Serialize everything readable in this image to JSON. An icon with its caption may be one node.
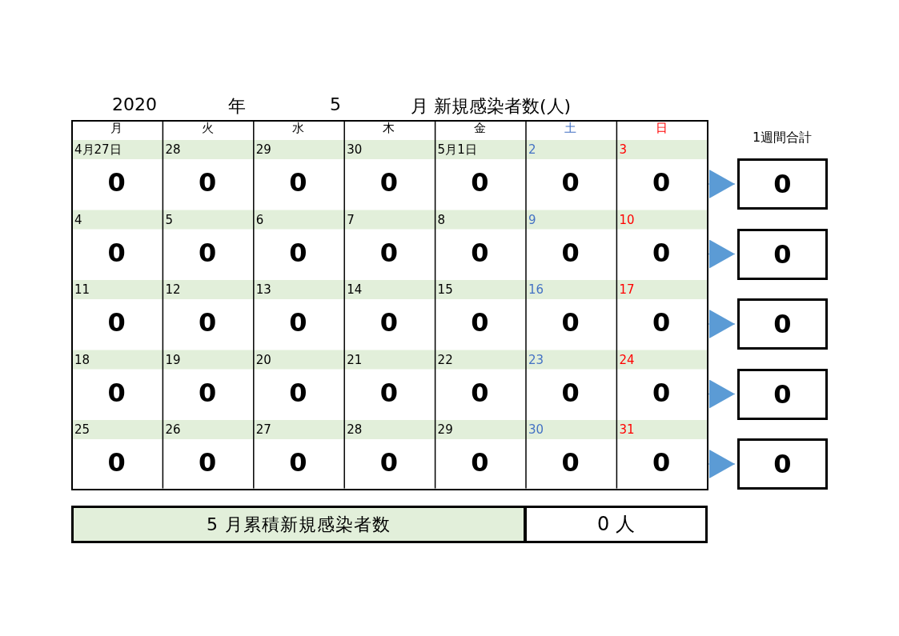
{
  "diagram": {
    "nodes": [
      {
        "text": [
          "0"
        ]
      },
      {
        "text": [
          "0"
        ]
      },
      {
        "text": [
          "0"
        ]
      },
      {
        "text": [
          "0"
        ]
      },
      {
        "text": [
          "0"
        ]
      }
    ],
    "edges": [
      {
        "from": null,
        "to": 0,
        "arrow": "to"
      },
      {
        "from": null,
        "to": 1,
        "arrow": "to"
      },
      {
        "from": null,
        "to": 2,
        "arrow": "to"
      },
      {
        "from": null,
        "to": 3,
        "arrow": "to"
      },
      {
        "from": null,
        "to": 4,
        "arrow": "to"
      }
    ],
    "labels": [
      "2020",
      "年",
      "5",
      "月 新規感染者数(人)",
      "月",
      "火",
      "水",
      "木",
      "金",
      "土",
      "日",
      "4月27日",
      "28",
      "29",
      "30",
      "5月1日",
      "2",
      "3",
      "0",
      "0",
      "0",
      "0",
      "0",
      "0",
      "0",
      "4",
      "5",
      "6",
      "7",
      "8",
      "9",
      "10",
      "0",
      "0",
      "0",
      "0",
      "0",
      "0",
      "0",
      "11",
      "12",
      "13",
      "14",
      "15",
      "16",
      "17",
      "0",
      "0",
      "0",
      "0",
      "0",
      "0",
      "0",
      "18",
      "19",
      "20",
      "21",
      "22",
      "23",
      "24",
      "0",
      "0",
      "0",
      "0",
      "0",
      "0",
      "0",
      "25",
      "26",
      "27",
      "28",
      "29",
      "30",
      "31",
      "0",
      "0",
      "0",
      "0",
      "0",
      "0",
      "0",
      "1週間合計",
      "5 月累積新規感染者数",
      "0 人"
    ]
  }
}
